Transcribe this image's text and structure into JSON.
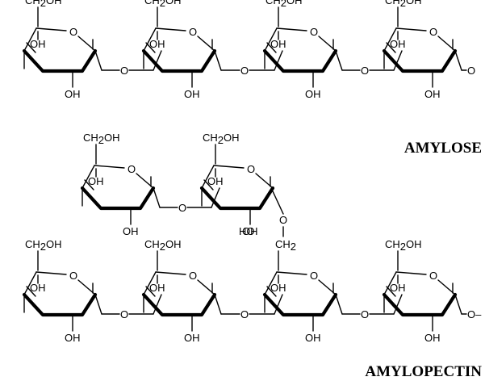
{
  "molecules": {
    "amylose": {
      "caption": "AMYLOSE",
      "ring_units": 4,
      "end_label": "O"
    },
    "amylopectin": {
      "caption": "AMYLOPECTIN",
      "branch_ring_units": 2,
      "main_ring_units": 4,
      "end_label": "O–",
      "branch_link_group": "CH2"
    }
  },
  "labels": {
    "ch2oh_main": "CH",
    "ch2oh_sub": "2",
    "ch2oh_tail": "OH",
    "ring_oxygen": "O",
    "hydroxyl": "OH",
    "hydroxyl_reversed": "HO",
    "linkage_oxygen": "O"
  }
}
